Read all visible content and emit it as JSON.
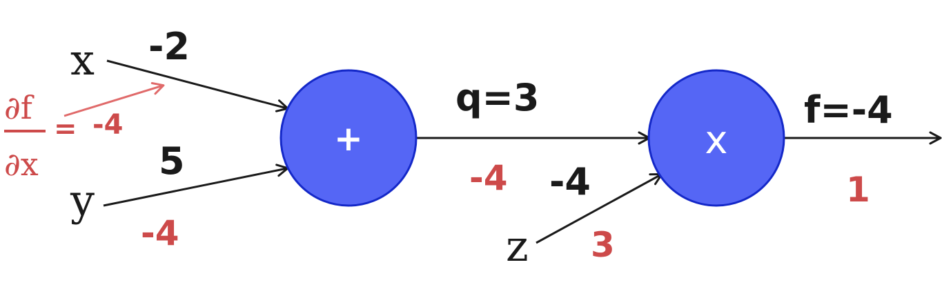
{
  "colors": {
    "node_fill": "#5566f5",
    "node_stroke": "#1428c8",
    "edge": "#1a1a1a",
    "gradient": "#cd4a4a",
    "gradient_arrow": "#e06a6a"
  },
  "nodes": {
    "add": {
      "symbol": "+"
    },
    "mul": {
      "symbol": "x"
    }
  },
  "inputs": {
    "x": {
      "name": "x",
      "value": "-2",
      "grad": "-4"
    },
    "y": {
      "name": "y",
      "value": "5",
      "grad": "-4"
    },
    "z": {
      "name": "z",
      "value": "-4",
      "grad": "3"
    }
  },
  "edges": {
    "q": {
      "label": "q=3",
      "grad": "-4"
    },
    "f": {
      "label": "f=-4",
      "grad": "1"
    }
  },
  "annotation": {
    "numerator": "∂f",
    "denominator": "∂x",
    "equals": "=",
    "value": "-4"
  }
}
